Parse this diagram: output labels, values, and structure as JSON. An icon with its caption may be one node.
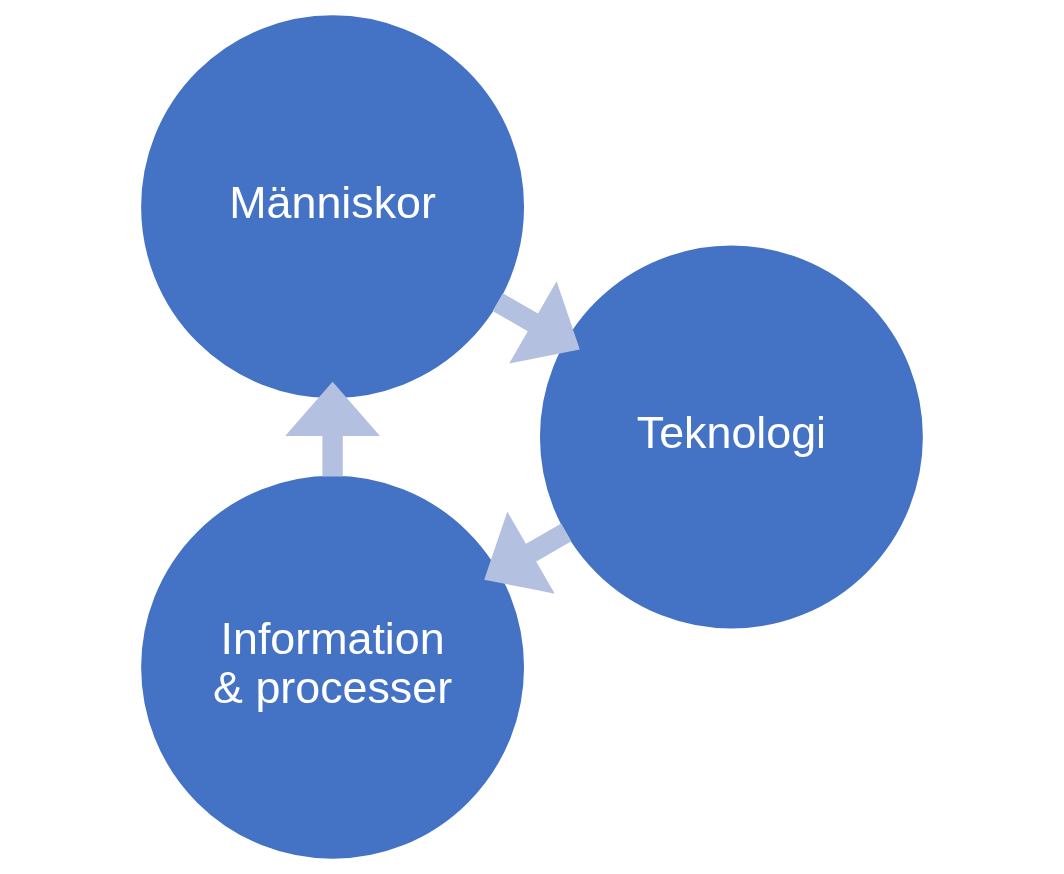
{
  "diagram": {
    "nodes": [
      {
        "text": [
          "Information & processer"
        ]
      },
      {
        "text": [
          "Människor"
        ]
      },
      {
        "text": [
          "Teknologi"
        ]
      }
    ],
    "edges": [
      {
        "from": 0,
        "to": 1,
        "arrow": "to"
      },
      {
        "from": 1,
        "to": 2,
        "arrow": "to"
      },
      {
        "from": 2,
        "to": 0,
        "arrow": "to"
      }
    ]
  }
}
